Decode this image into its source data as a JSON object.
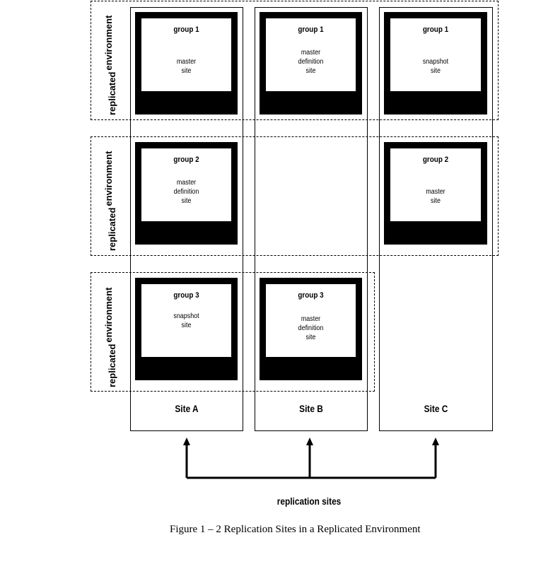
{
  "environments": [
    {
      "label_word1": "replicated",
      "label_word2": "environment"
    },
    {
      "label_word1": "replicated",
      "label_word2": "environment"
    },
    {
      "label_word1": "replicated",
      "label_word2": "environment"
    }
  ],
  "sites": [
    {
      "name": "Site A"
    },
    {
      "name": "Site B"
    },
    {
      "name": "Site C"
    }
  ],
  "groups": {
    "a1": {
      "title": "group 1",
      "role": [
        "master",
        "site"
      ]
    },
    "b1": {
      "title": "group 1",
      "role": [
        "master",
        "definition",
        "site"
      ]
    },
    "c1": {
      "title": "group 1",
      "role": [
        "snapshot",
        "site"
      ]
    },
    "a2": {
      "title": "group 2",
      "role": [
        "master",
        "definition",
        "site"
      ]
    },
    "c2": {
      "title": "group 2",
      "role": [
        "master",
        "site"
      ]
    },
    "a3": {
      "title": "group 3",
      "role": [
        "snapshot",
        "site"
      ]
    },
    "b3": {
      "title": "group 3",
      "role": [
        "master",
        "definition",
        "site"
      ]
    }
  },
  "arrows_label": "replication sites",
  "figure_caption": "Figure 1 – 2  Replication Sites in a Replicated Environment"
}
